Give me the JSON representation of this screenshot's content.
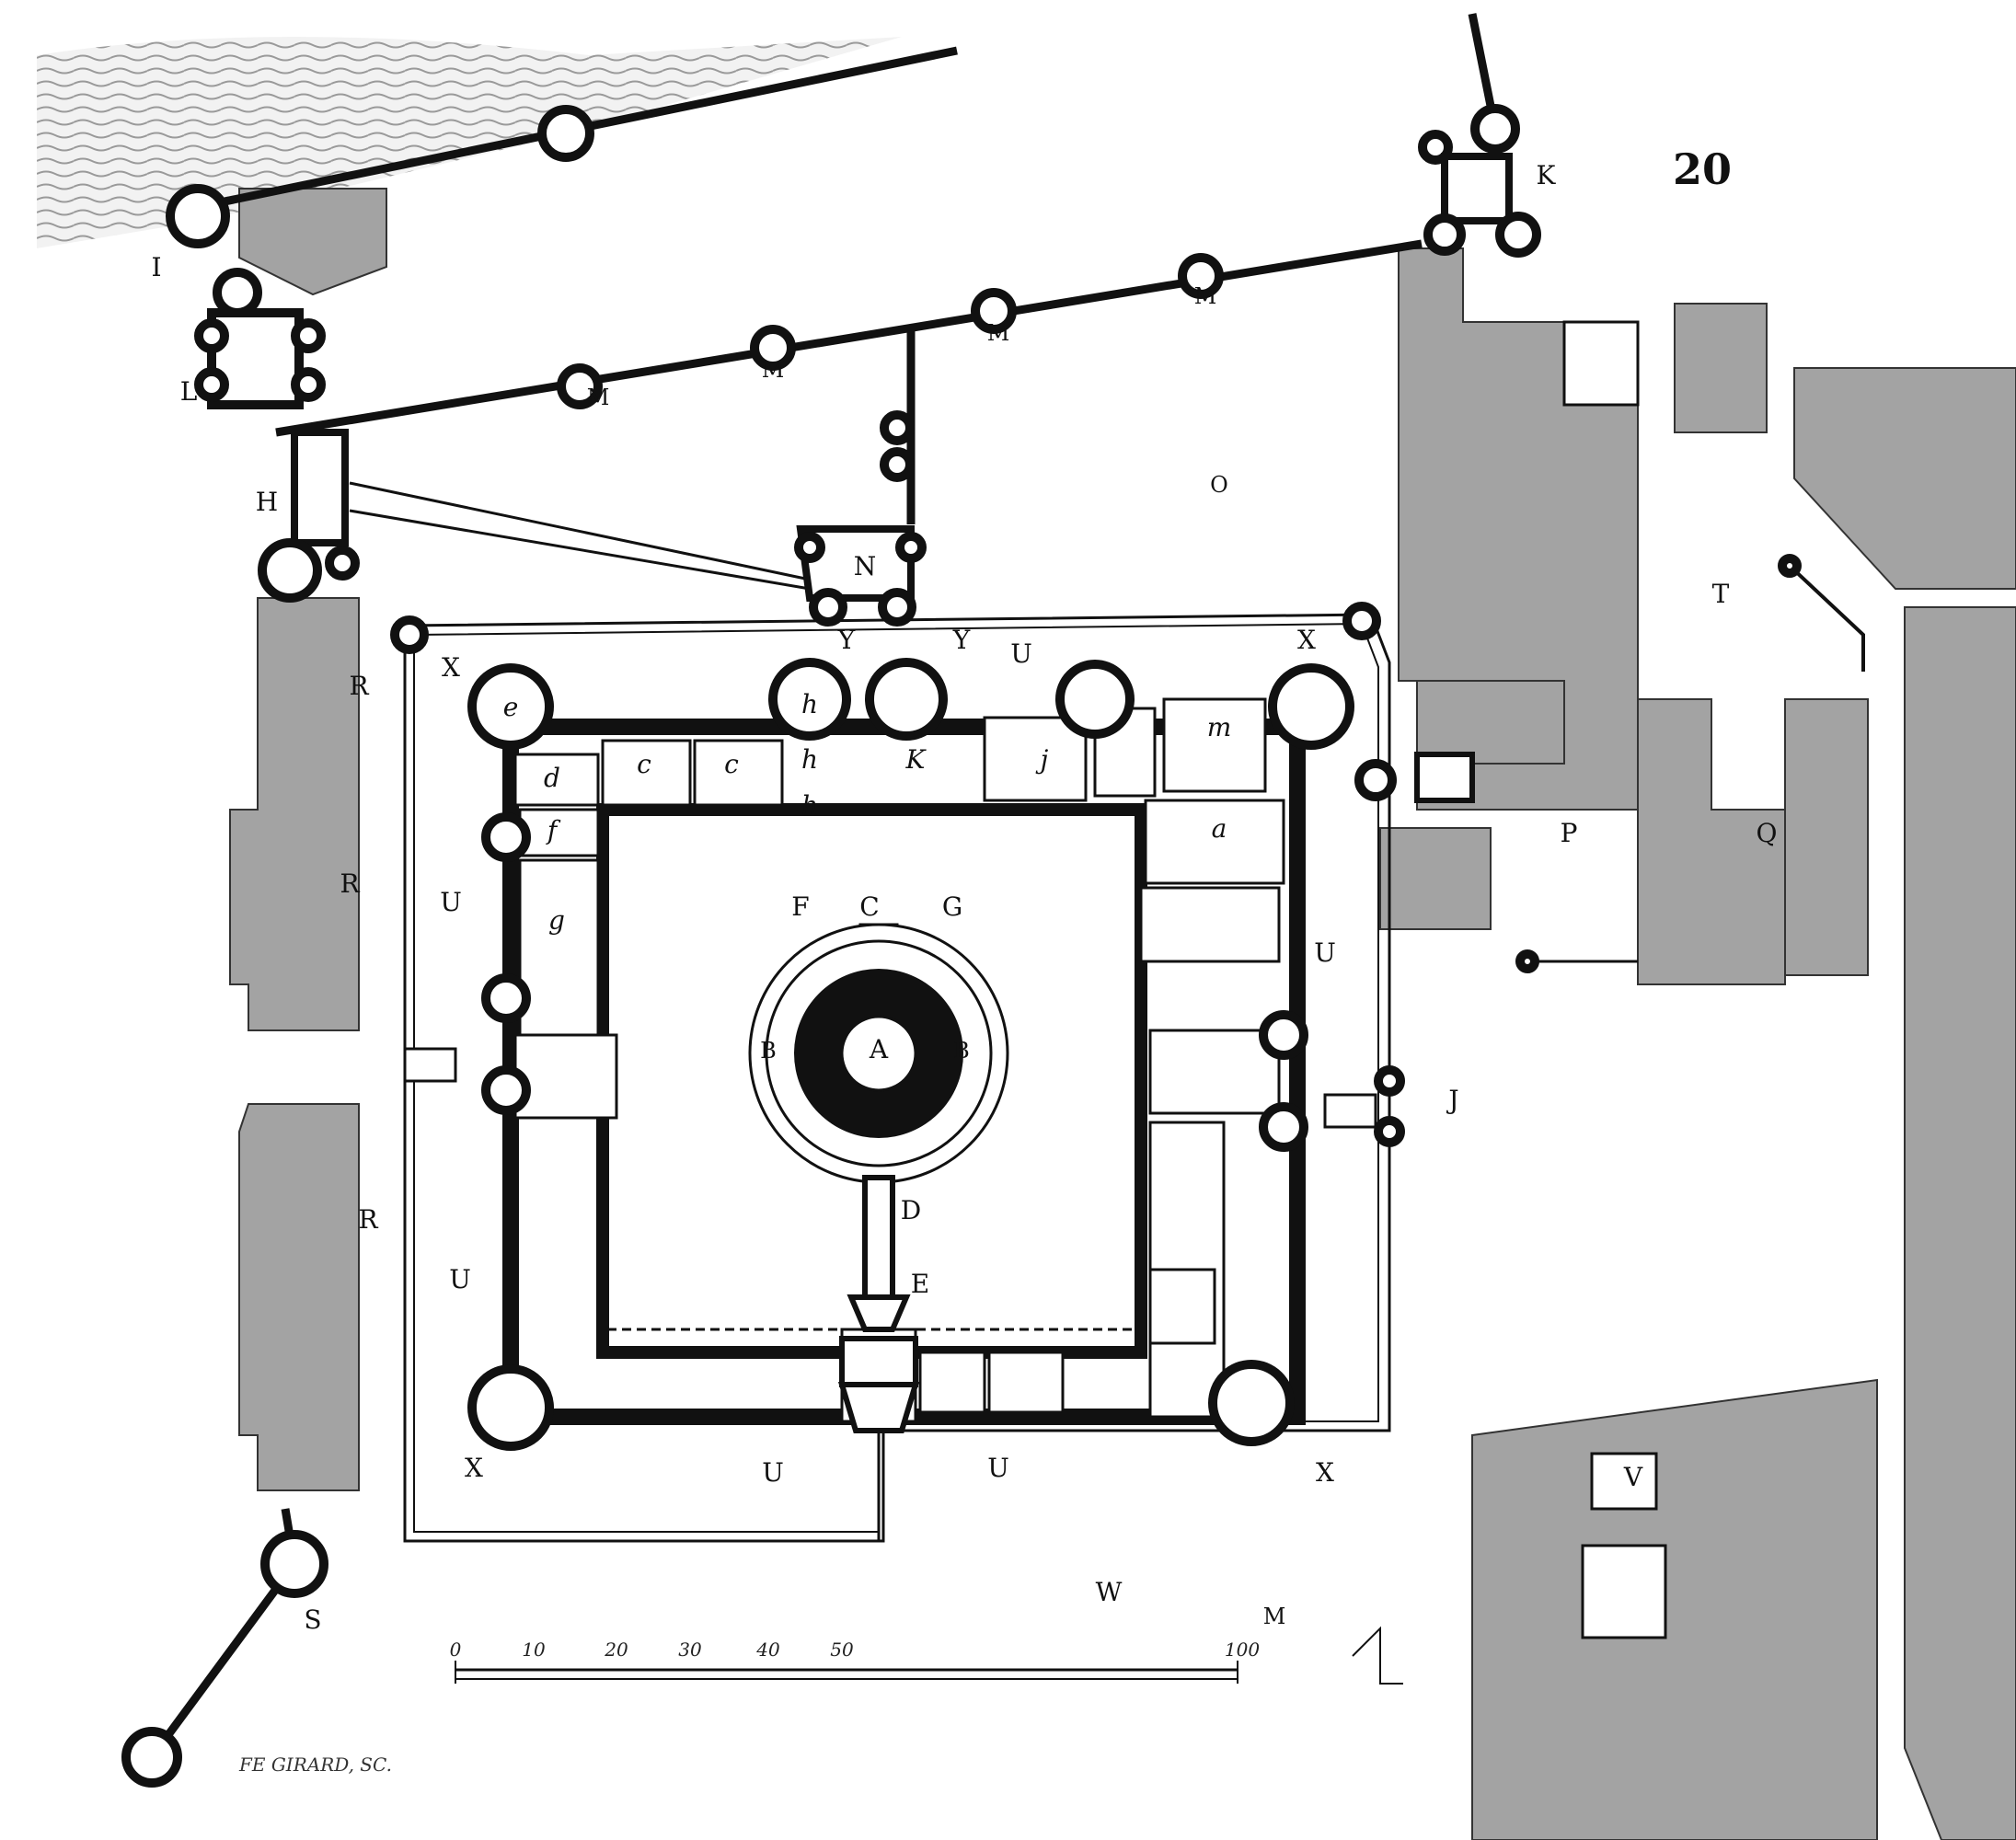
{
  "plate_number": "20",
  "signature": "FE GIRARD, SC.",
  "scale": {
    "ticks": [
      "0",
      "10",
      "20",
      "30",
      "40",
      "50",
      "100"
    ],
    "unit": "M"
  },
  "labels": {
    "A": "A",
    "B": "B",
    "C": "C",
    "D": "D",
    "E": "E",
    "F": "F",
    "G": "G",
    "H": "H",
    "I": "I",
    "J": "J",
    "K": "K",
    "L": "L",
    "M": "M",
    "N": "N",
    "O": "O",
    "P": "P",
    "Q": "Q",
    "R": "R",
    "S": "S",
    "T": "T",
    "U": "U",
    "V": "V",
    "W": "W",
    "X": "X",
    "Y": "Y",
    "a": "a",
    "c": "c",
    "d": "d",
    "e": "e",
    "f": "f",
    "g": "g",
    "h": "h",
    "j": "j",
    "k": "K",
    "m": "m"
  },
  "colors": {
    "ink": "#111111",
    "hatch": "#a3a3a3",
    "water": "#c8c8c8",
    "paper": "#ffffff"
  }
}
